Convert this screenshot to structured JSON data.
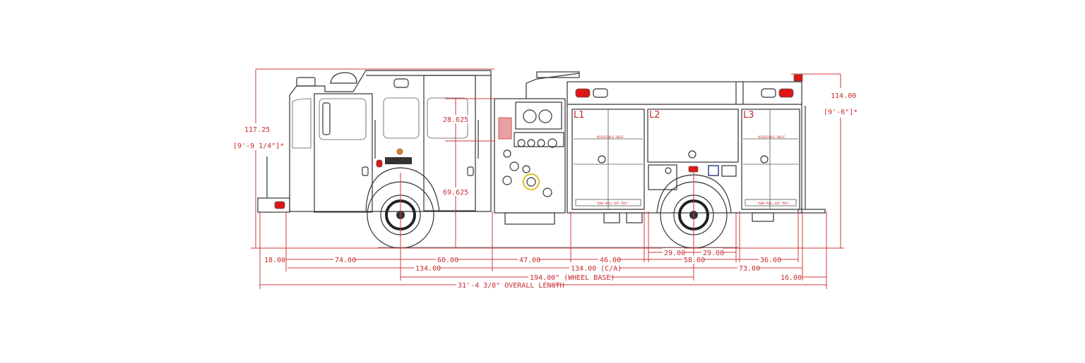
{
  "title": "Fire apparatus side elevation dimension drawing",
  "colors": {
    "dimension": "#c8282e",
    "linework": "#333333",
    "lights": "#e01515"
  },
  "heights": {
    "overall_cab": {
      "value": "117.25",
      "imperial": "[9'-9 1/4\"]*"
    },
    "overall_body": {
      "value": "114.00",
      "imperial": "[9'-6\"]*"
    },
    "cab_window": "28.625",
    "cab_floor_to_window": "69.625"
  },
  "lengths": {
    "front_overhang": "18.00",
    "bumper_to_front_axle": "74.00",
    "front_axle_to_cab_back": "60.00",
    "pump_panel": "47.00",
    "compartment_l1": "46.00",
    "rear_wheel_half_front": "29.00",
    "rear_wheel_half_rear": "29.00",
    "compartment_l2": "58.00",
    "compartment_l3": "36.00",
    "cab_length": "134.00",
    "cab_to_axle": "134.00 (C/A)",
    "rear_overhang": "73.00",
    "wheel_base": "194.00\" (WHEEL BASE)",
    "tailboard": "16.00",
    "overall_length": "31'-4 3/8\" OVERALL LENGTH"
  },
  "compartments": [
    "L1",
    "L2",
    "L3"
  ],
  "shelf_labels": [
    "ADJUSTABLE SHELF",
    "ADJUSTABLE SHELF"
  ],
  "tray_labels": [
    "500# ROLL-OUT TRAY",
    "500# ROLL-OUT TRAY"
  ]
}
